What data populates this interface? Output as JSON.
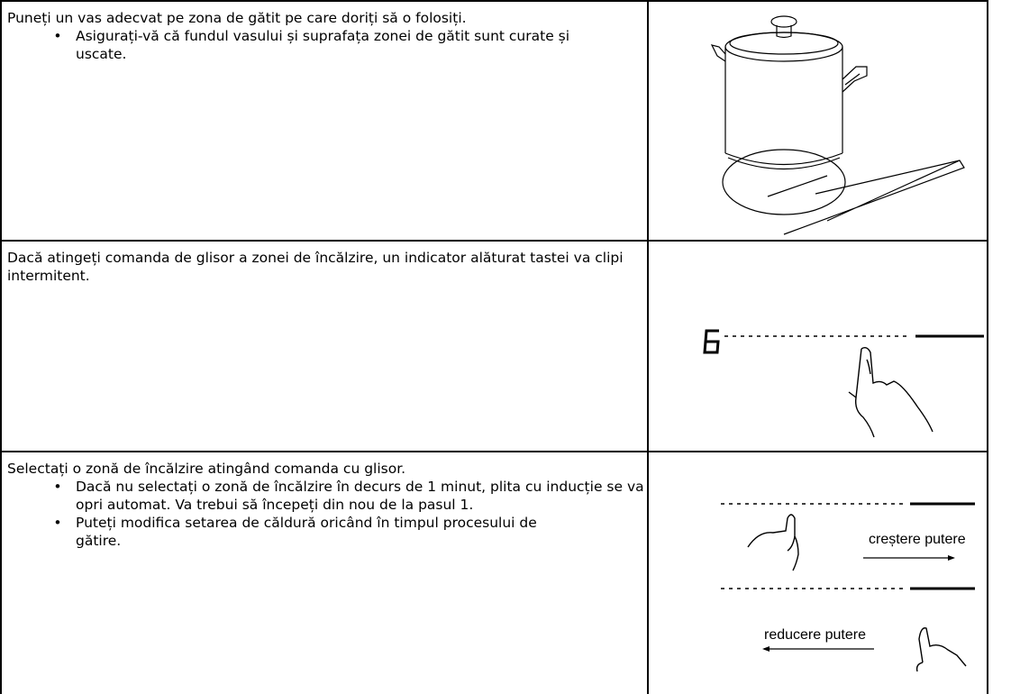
{
  "rows": [
    {
      "intro": "Puneți un vas adecvat pe zona de gătit pe care doriți să o folosiți.",
      "bullets": [
        "Asigurați-vă că fundul vasului și suprafața zonei de gătit sunt curate și uscate."
      ],
      "figure": {
        "icon": "pot-on-cooking-zone-illustration"
      }
    },
    {
      "intro": "Dacă atingeți comanda de glisor a zonei de încălzire, un indicator alăturat tastei va clipi intermitent.",
      "bullets": [],
      "figure": {
        "icon": "slider-touch-illustration",
        "display_digit": "6"
      }
    },
    {
      "intro": "Selectați o zonă de încălzire atingând comanda cu glisor.",
      "bullets": [
        "Dacă nu selectați o zonă de încălzire în decurs de 1 minut, plita cu inducție se va opri automat. Va trebui să începeți din nou de la pasul 1.",
        "Puteți modifica setarea de căldură oricând în timpul procesului de gătire."
      ],
      "figure": {
        "icon": "slider-power-adjust-illustration",
        "increase_label": "creștere putere",
        "decrease_label": "reducere putere"
      }
    }
  ]
}
